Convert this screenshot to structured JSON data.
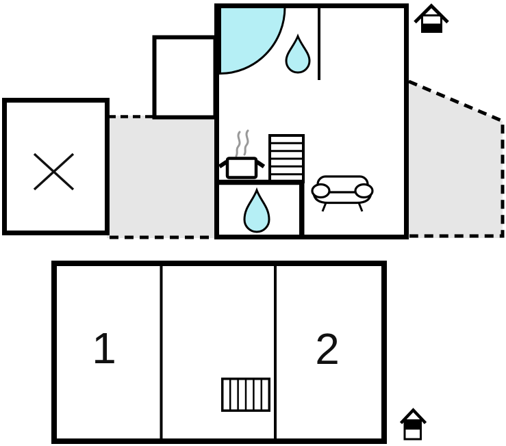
{
  "colors": {
    "wall": "#000000",
    "water": "#b5eff5",
    "terrace": "#e6e6e6",
    "steam": "#999999",
    "label": "#111111"
  },
  "icons": {
    "shower": "quarter-circle-shower-icon",
    "water_drop": "teardrop-water-icon",
    "cooker": "pot-with-steam-icon",
    "staircase": "steps-icon",
    "sofa": "sofa-top-view-icon",
    "outbuilding_cross": "x-cross-icon",
    "ground_floor_indicator": "house-lower-half-filled-icon",
    "upper_floor_indicator": "house-upper-half-filled-icon"
  },
  "ground_floor": {
    "name": "ground floor plan"
  },
  "upper_floor": {
    "name": "upper floor plan",
    "rooms": [
      {
        "label": "1"
      },
      {
        "label": "2"
      }
    ]
  }
}
